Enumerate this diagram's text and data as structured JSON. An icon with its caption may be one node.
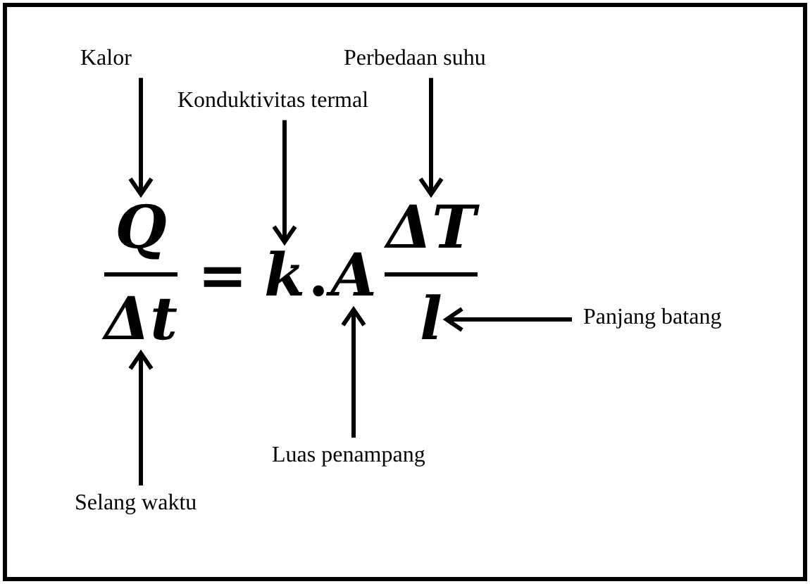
{
  "diagram": {
    "nodes": [
      {
        "text": [
          "Kalor"
        ]
      },
      {
        "text": [
          "Perbedaan suhu"
        ]
      },
      {
        "text": [
          "Konduktivitas termal"
        ]
      },
      {
        "text": [
          "Q"
        ]
      },
      {
        "text": [
          "k"
        ]
      },
      {
        "text": [
          "A"
        ]
      },
      {
        "text": [
          "ΔT"
        ]
      },
      {
        "text": [
          "Panjang batang"
        ]
      },
      {
        "text": [
          "Δt"
        ]
      },
      {
        "text": [
          "l"
        ]
      },
      {
        "text": [
          "Luas penampang"
        ]
      },
      {
        "text": [
          "Selang waktu"
        ]
      }
    ],
    "edges": [
      {
        "from": 0,
        "to": 3,
        "arrow": "to"
      },
      {
        "from": 2,
        "to": 4,
        "arrow": "to"
      },
      {
        "from": 1,
        "to": 6,
        "arrow": "to"
      },
      {
        "from": 7,
        "to": 9,
        "arrow": "to"
      },
      {
        "from": 10,
        "to": 5,
        "arrow": "to"
      },
      {
        "from": 11,
        "to": 8,
        "arrow": "to"
      }
    ],
    "labels": [
      "=",
      "."
    ]
  }
}
